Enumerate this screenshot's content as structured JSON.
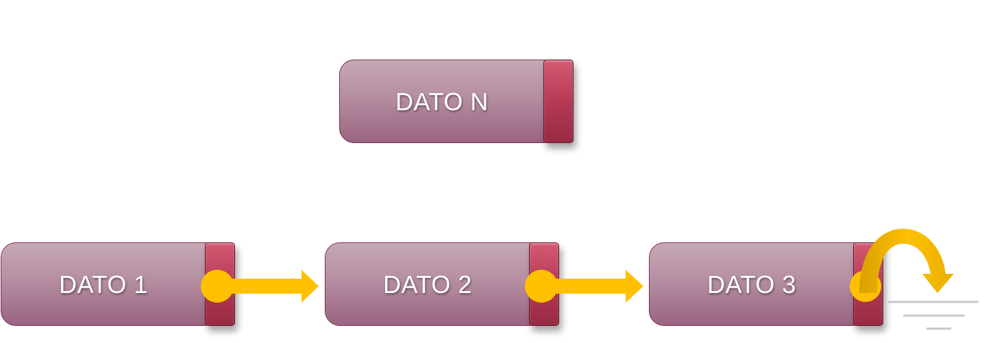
{
  "nodes": {
    "n": {
      "label": "DATO N"
    },
    "one": {
      "label": "DATO 1"
    },
    "two": {
      "label": "DATO 2"
    },
    "three": {
      "label": "DATO 3"
    }
  },
  "colors": {
    "node_fill": "#b58ea2",
    "node_border": "#7d2d52",
    "pointer_cap": "#b63a55",
    "arrow": "#ffc000",
    "null_arc": "#e0a800",
    "ground": "#c8c8c8"
  }
}
